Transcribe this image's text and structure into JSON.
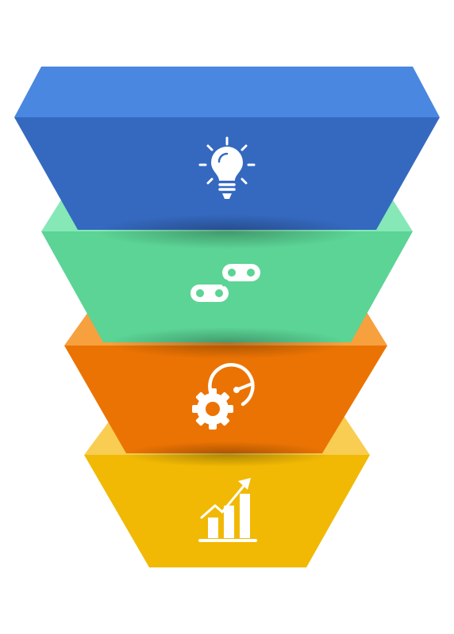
{
  "colors": {
    "blue": {
      "lip": "#4A87E0",
      "front": "#3569C0"
    },
    "green": {
      "lip": "#86E8B7",
      "front": "#5BD495"
    },
    "orange": {
      "lip": "#F7A03E",
      "front": "#EB7303"
    },
    "yellow": {
      "lip": "#F8CD52",
      "front": "#F1B904"
    },
    "icon": "#FFFFFF"
  },
  "stages": [
    {
      "id": "stage-idea",
      "color": "blue",
      "icon": "lightbulb-icon"
    },
    {
      "id": "stage-connect",
      "color": "green",
      "icon": "chain-link-icon"
    },
    {
      "id": "stage-process",
      "color": "orange",
      "icon": "gear-gauge-icon"
    },
    {
      "id": "stage-growth",
      "color": "yellow",
      "icon": "growth-chart-icon"
    }
  ]
}
